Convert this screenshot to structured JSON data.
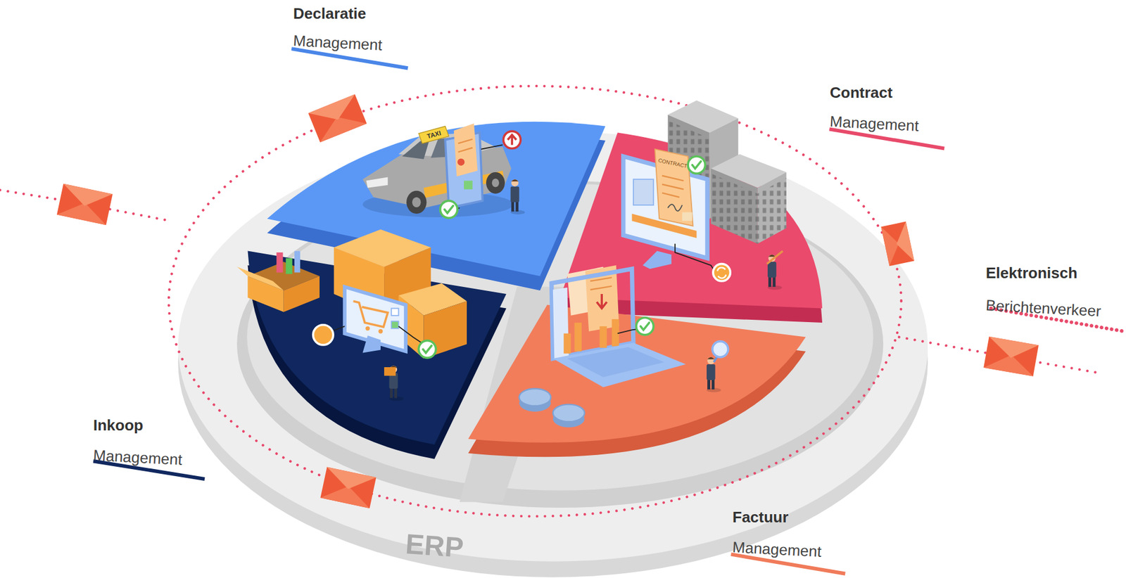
{
  "diagram": {
    "labels": [
      "Declaratie",
      "Management",
      "Contract",
      "Management",
      "Elektronisch",
      "Berichtenverkeer",
      "Inkoop",
      "Management",
      "Factuur",
      "Management",
      "ERP",
      "TAXI",
      "CONTRACT"
    ]
  }
}
